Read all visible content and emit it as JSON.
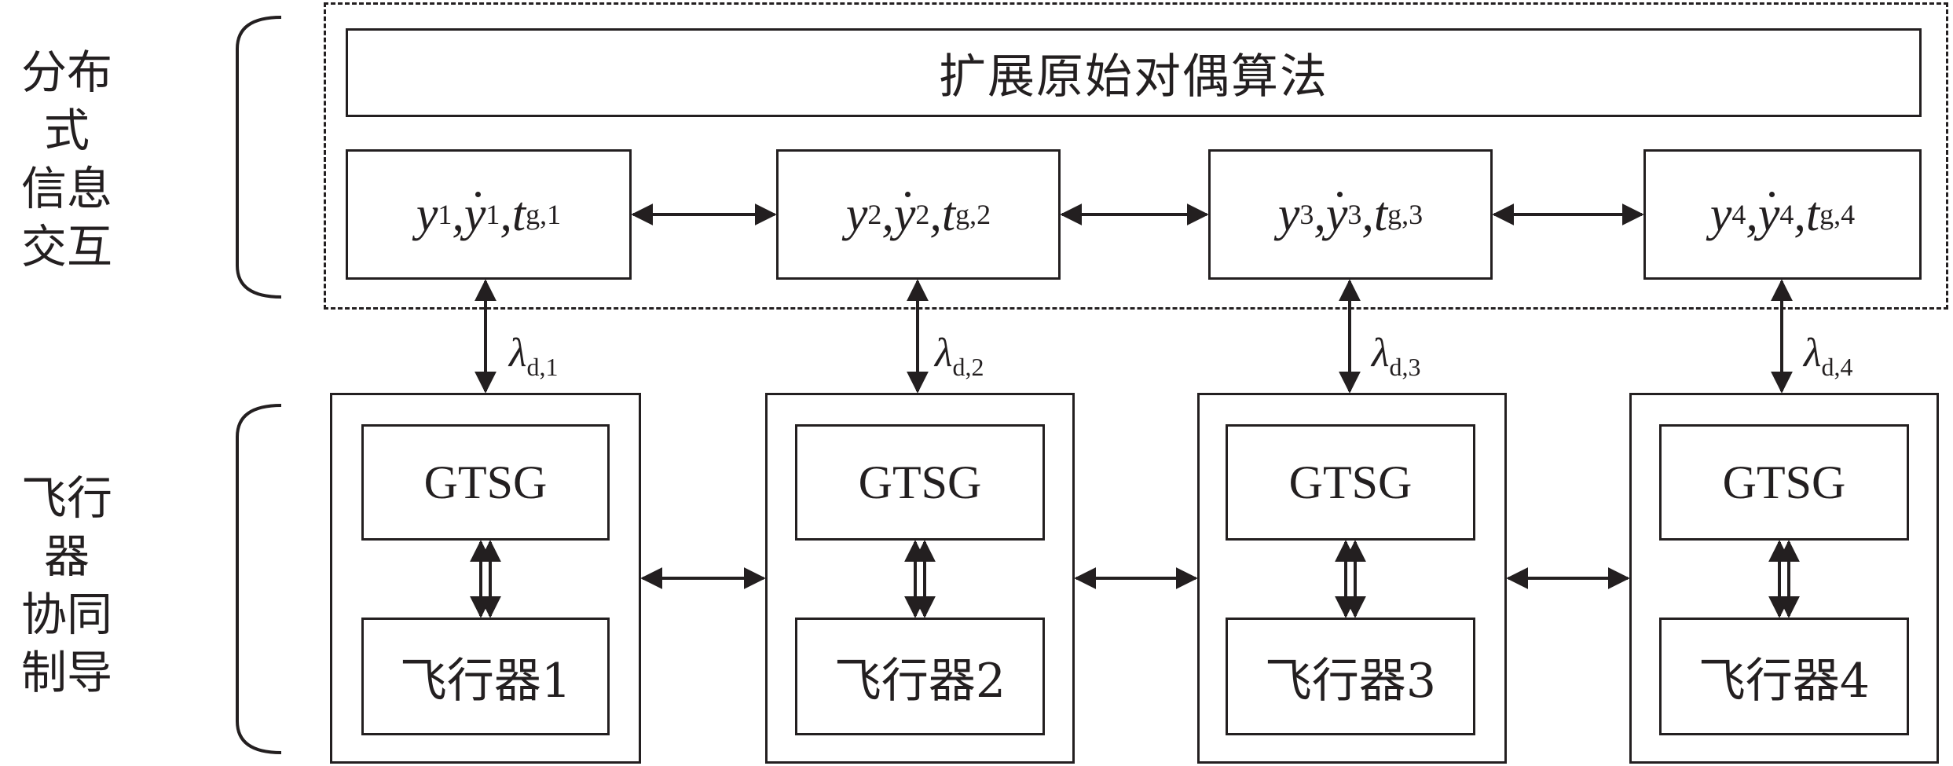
{
  "side_labels": {
    "distributed_info_exchange": "分布式\n信息交互",
    "aircraft_cooperative_guidance": "飞行器\n协同制导"
  },
  "algorithm_title": "扩展原始对偶算法",
  "agents": [
    {
      "y": "y",
      "y_sub": "1",
      "ydot_sub": "1",
      "t": "t",
      "t_sub": "g,1",
      "lambda": "λ",
      "lambda_sub": "d,1",
      "gtsg": "GTSG",
      "aircraft": "飞行器1"
    },
    {
      "y": "y",
      "y_sub": "2",
      "ydot_sub": "2",
      "t": "t",
      "t_sub": "g,2",
      "lambda": "λ",
      "lambda_sub": "d,2",
      "gtsg": "GTSG",
      "aircraft": "飞行器2"
    },
    {
      "y": "y",
      "y_sub": "3",
      "ydot_sub": "3",
      "t": "t",
      "t_sub": "g,3",
      "lambda": "λ",
      "lambda_sub": "d,3",
      "gtsg": "GTSG",
      "aircraft": "飞行器3"
    },
    {
      "y": "y",
      "y_sub": "4",
      "ydot_sub": "4",
      "t": "t",
      "t_sub": "g,4",
      "lambda": "λ",
      "lambda_sub": "d,4",
      "gtsg": "GTSG",
      "aircraft": "飞行器4"
    }
  ],
  "colors": {
    "stroke": "#231f20",
    "background": "#ffffff"
  }
}
